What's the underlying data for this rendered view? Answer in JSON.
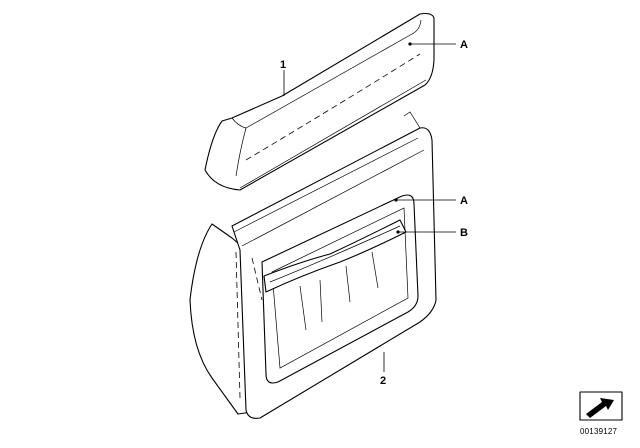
{
  "callouts": {
    "part_1": "1",
    "part_2": "2",
    "a_top": "A",
    "a_mid": "A",
    "b": "B"
  },
  "diagram_code": "00139127"
}
